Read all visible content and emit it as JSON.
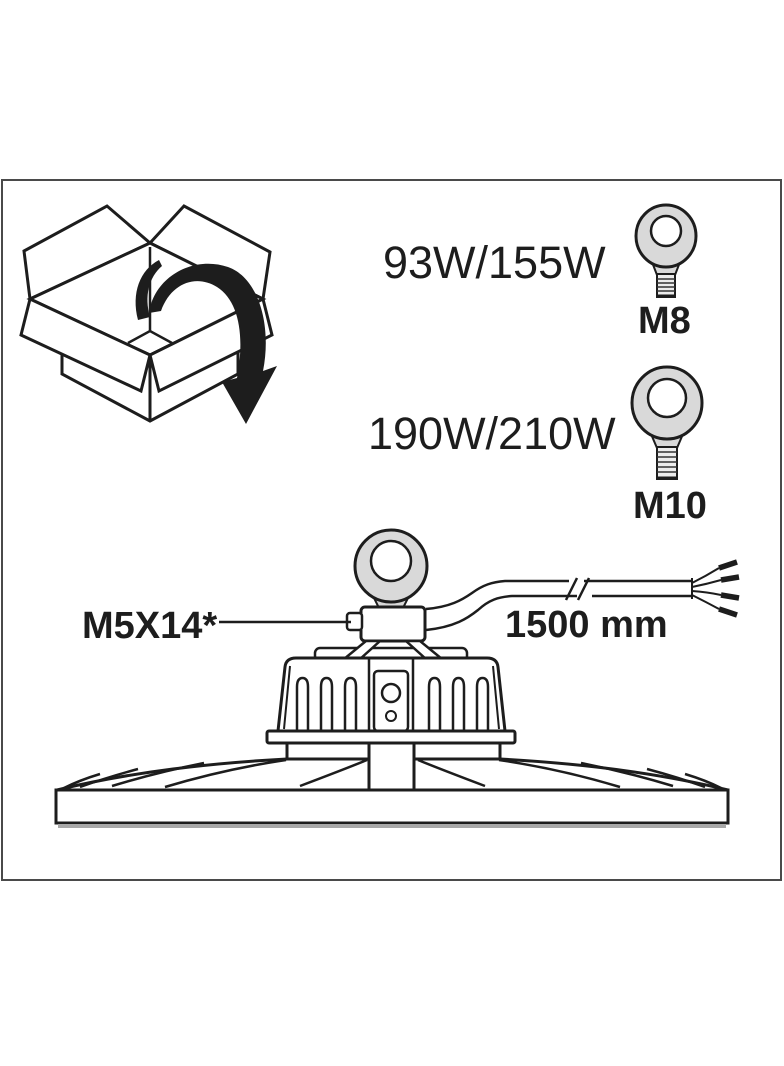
{
  "variants": [
    {
      "wattage": "93W/155W",
      "eyebolt": "M8"
    },
    {
      "wattage": "190W/210W",
      "eyebolt": "M10"
    }
  ],
  "fixture": {
    "screw_label": "M5X14*",
    "cable_length_label": "1500 mm"
  },
  "icons": {
    "unboxing_box": "open-box-icon",
    "unboxing_arrow": "unboxing-arrow-icon",
    "eyebolt_small": "eyebolt-m8-icon",
    "eyebolt_large": "eyebolt-m10-icon",
    "fixture_drawing": "highbay-fixture-illustration"
  },
  "colors": {
    "line": "#1d1d1d",
    "metal_gray": "#d9d9d9",
    "rim_shadow_gray": "#a8a8a8",
    "frame_border": "#4a4a4a",
    "background": "#ffffff"
  }
}
